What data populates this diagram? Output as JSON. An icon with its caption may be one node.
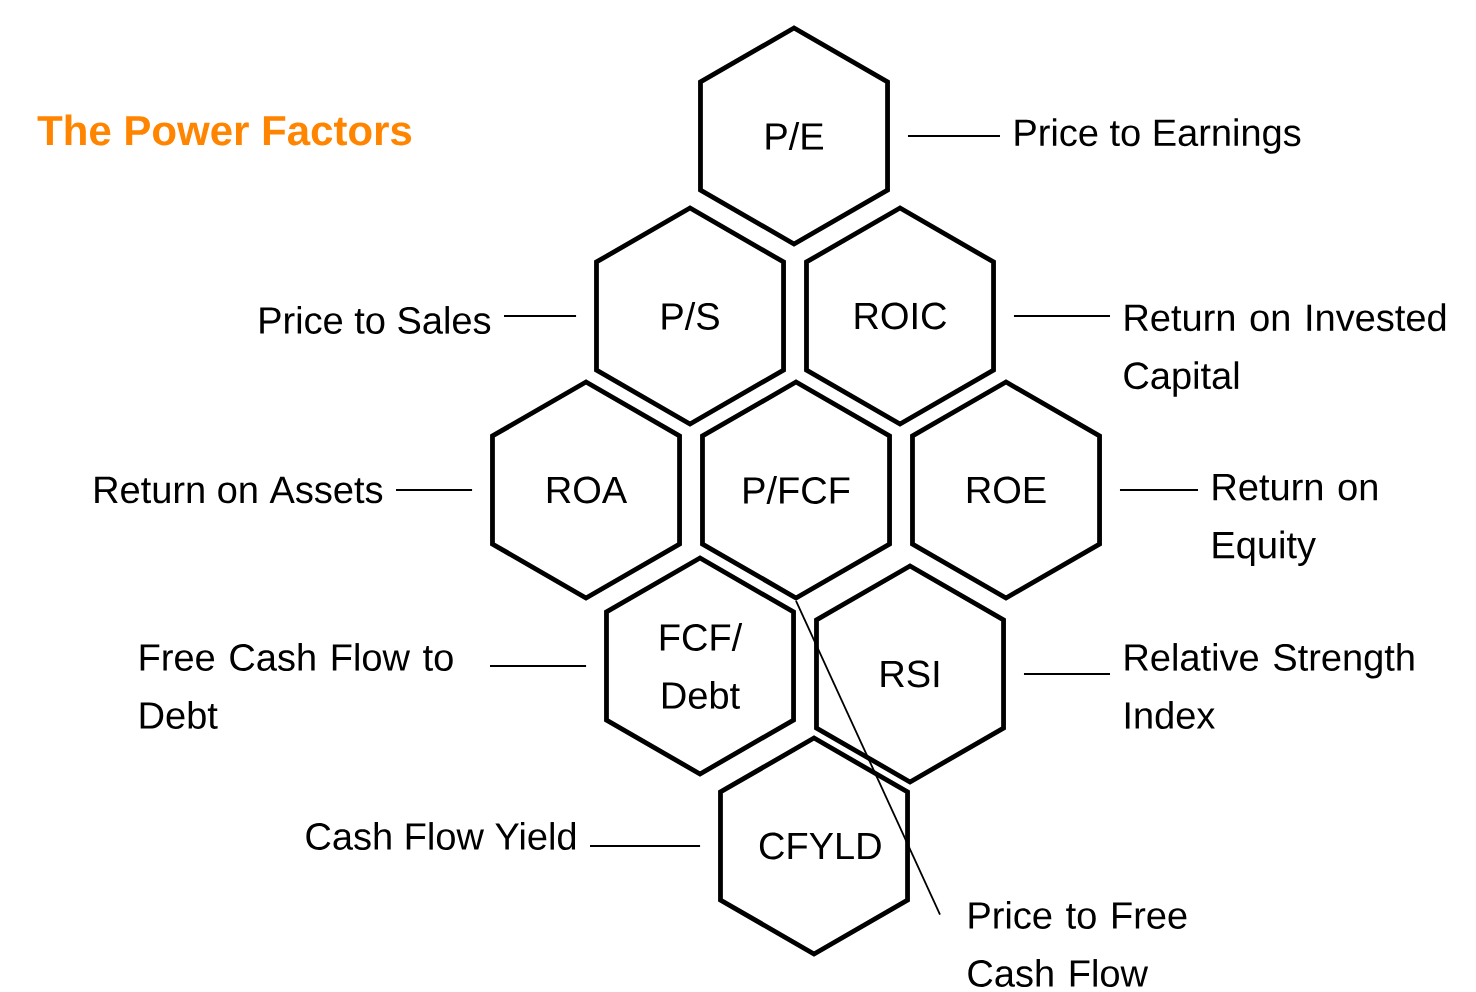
{
  "diagram": {
    "title": "The Power Factors",
    "nodes": [
      {
        "text": [
          "P/E"
        ]
      },
      {
        "text": [
          "Price to Earnings"
        ]
      },
      {
        "text": [
          "Price to Sales"
        ]
      },
      {
        "text": [
          "P/S"
        ]
      },
      {
        "text": [
          "ROIC"
        ]
      },
      {
        "text": [
          "Return on Invested Capital"
        ]
      },
      {
        "text": [
          "Return on Assets"
        ]
      },
      {
        "text": [
          "ROA"
        ]
      },
      {
        "text": [
          "P/FCF"
        ]
      },
      {
        "text": [
          "ROE"
        ]
      },
      {
        "text": [
          "Return on Equity"
        ]
      },
      {
        "text": [
          "Free Cash Flow to Debt"
        ]
      },
      {
        "text": [
          "FCF/ Debt"
        ]
      },
      {
        "text": [
          "RSI"
        ]
      },
      {
        "text": [
          "Relative Strength Index"
        ]
      },
      {
        "text": [
          "Cash Flow Yield"
        ]
      },
      {
        "text": [
          "CFYLD"
        ]
      },
      {
        "text": [
          "Price to Free Cash Flow"
        ]
      }
    ],
    "edges": [
      {
        "from": 1,
        "to": 0,
        "arrow": "none"
      },
      {
        "from": 2,
        "to": 3,
        "arrow": "none"
      },
      {
        "from": 5,
        "to": 4,
        "arrow": "none"
      },
      {
        "from": 6,
        "to": 7,
        "arrow": "none"
      },
      {
        "from": 10,
        "to": 9,
        "arrow": "none"
      },
      {
        "from": 11,
        "to": 12,
        "arrow": "none"
      },
      {
        "from": 14,
        "to": 13,
        "arrow": "none"
      },
      {
        "from": 15,
        "to": 16,
        "arrow": "none"
      },
      {
        "from": 17,
        "to": 8,
        "arrow": "none"
      }
    ]
  }
}
